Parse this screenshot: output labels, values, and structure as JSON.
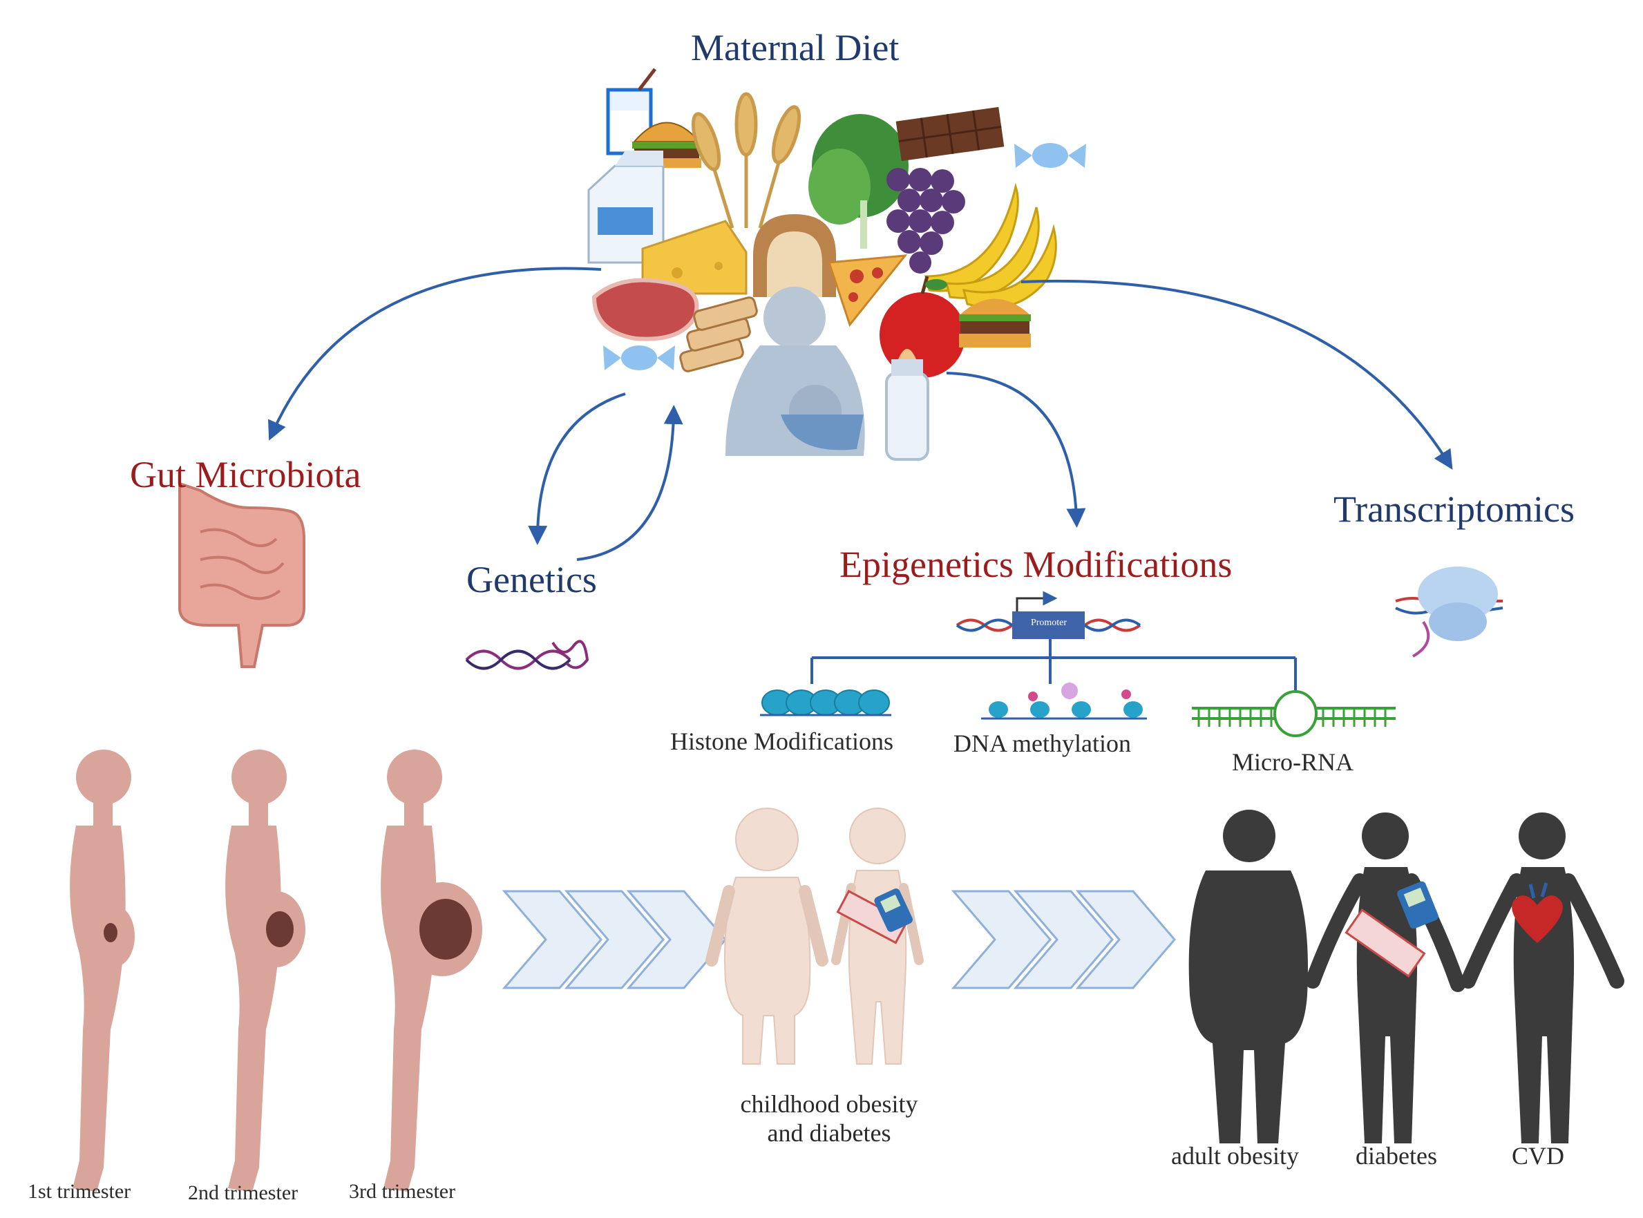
{
  "title": "Maternal Diet",
  "factors": {
    "gut_microbiota": "Gut Microbiota",
    "genetics": "Genetics",
    "epigenetics": "Epigenetics Modifications",
    "transcriptomics": "Transcriptomics"
  },
  "epigenetics": {
    "promoter": "Promoter",
    "histone": "Histone Modifications",
    "dna_methylation": "DNA methylation",
    "micro_rna": "Micro-RNA"
  },
  "trimesters": [
    "1st trimester",
    "2nd trimester",
    "3rd trimester"
  ],
  "child_outcome": [
    "childhood obesity",
    "and diabetes"
  ],
  "adult_outcomes": [
    "adult obesity",
    "diabetes",
    "CVD"
  ],
  "colors": {
    "navy": "#1f3a6b",
    "red_label": "#9b1c1c",
    "arrow": "#2f5fa8",
    "body_pink": "#d9a49a",
    "child_skin": "#f2ddd2",
    "adult_dark": "#3b3b3b",
    "chevron": "#dfe9f6"
  }
}
